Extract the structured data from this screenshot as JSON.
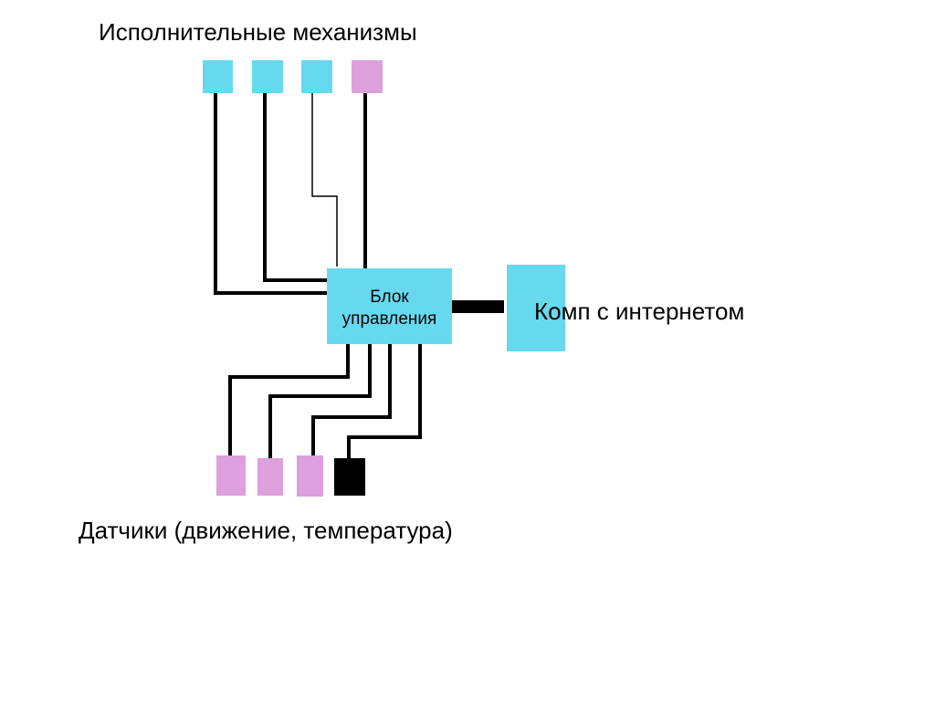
{
  "diagram": {
    "actuators_label": "Исполнительные механизмы",
    "sensors_label": "Датчики (движение, температура)",
    "computer_label": "Комп с интернетом",
    "control_unit_line1": "Блок",
    "control_unit_line2": "управления"
  },
  "colors": {
    "cyan": "#66d9ef",
    "pink": "#dda0dd",
    "black": "#000000",
    "background": "#ffffff"
  },
  "nodes": [
    {
      "id": "actuator-1",
      "group": "actuator",
      "color": "cyan"
    },
    {
      "id": "actuator-2",
      "group": "actuator",
      "color": "cyan"
    },
    {
      "id": "actuator-3",
      "group": "actuator",
      "color": "cyan"
    },
    {
      "id": "actuator-4",
      "group": "actuator",
      "color": "pink"
    },
    {
      "id": "sensor-1",
      "group": "sensor",
      "color": "pink"
    },
    {
      "id": "sensor-2",
      "group": "sensor",
      "color": "pink"
    },
    {
      "id": "sensor-3",
      "group": "sensor",
      "color": "pink"
    },
    {
      "id": "sensor-4",
      "group": "sensor",
      "color": "black"
    }
  ]
}
